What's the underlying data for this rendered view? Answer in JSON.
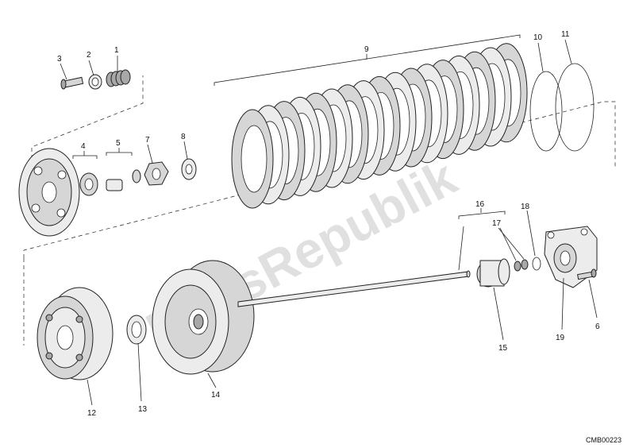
{
  "diagram": {
    "callouts": [
      "1",
      "2",
      "3",
      "4",
      "5",
      "6",
      "7",
      "8",
      "9",
      "10",
      "11",
      "12",
      "13",
      "14",
      "15",
      "16",
      "17",
      "18",
      "19"
    ],
    "drawing_code": "CMB00223",
    "watermark": "PartsRepublik"
  }
}
